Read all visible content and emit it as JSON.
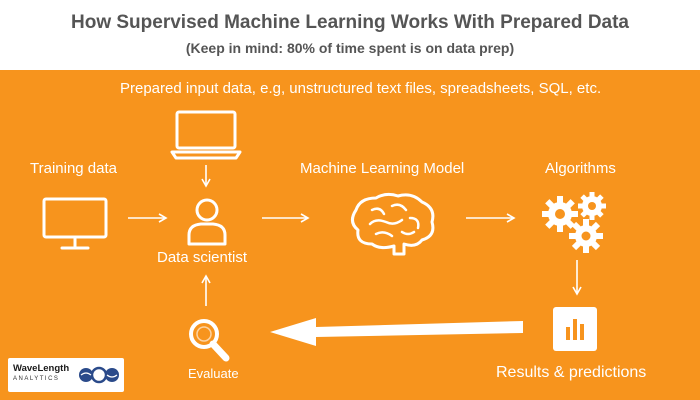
{
  "header": {
    "title": "How Supervised Machine Learning Works With Prepared Data",
    "subtitle": "(Keep in mind: 80% of time spent is on data prep)"
  },
  "diagram": {
    "prepared_input_label": "Prepared input data, e.g, unstructured text files, spreadsheets, SQL, etc.",
    "training_data_label": "Training data",
    "data_scientist_label": "Data scientist",
    "model_label": "Machine Learning Model",
    "algorithms_label": "Algorithms",
    "results_label": "Results & predictions",
    "evaluate_label": "Evaluate"
  },
  "logo": {
    "name": "WaveLength",
    "sub": "ANALYTICS"
  },
  "colors": {
    "background": "#f7941d",
    "header_text": "#555555",
    "foreground": "#ffffff",
    "logo_blue": "#2a4a8a"
  },
  "icons": [
    "laptop-icon",
    "monitor-icon",
    "person-icon",
    "brain-icon",
    "gears-icon",
    "bar-chart-icon",
    "magnifier-icon"
  ]
}
